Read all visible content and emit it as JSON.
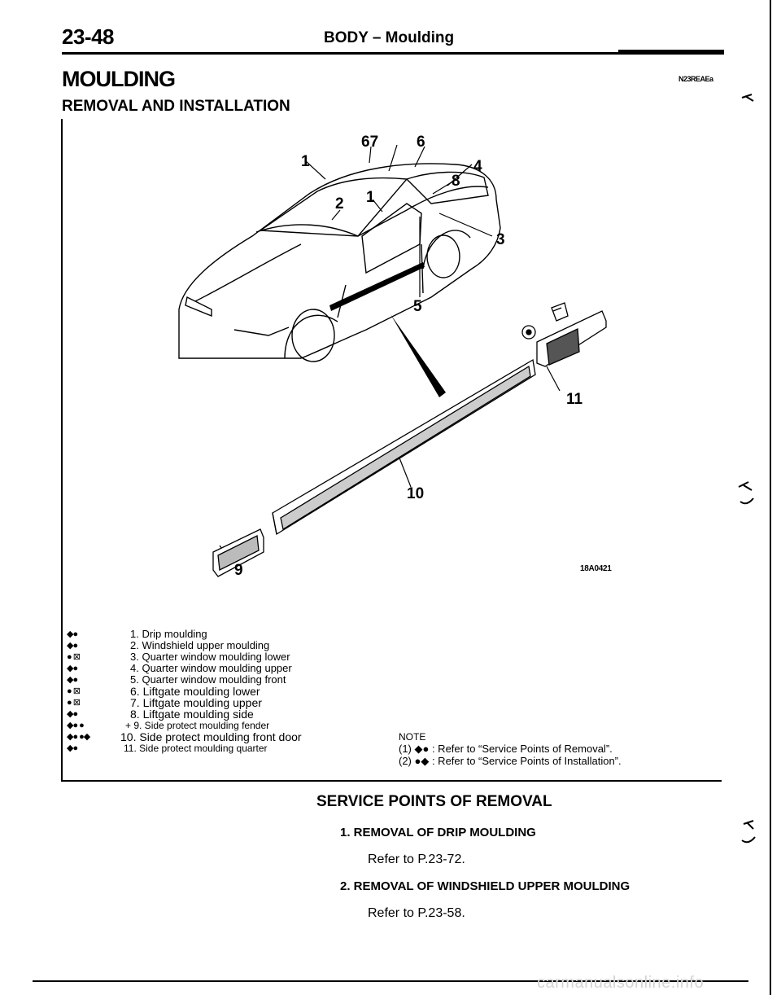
{
  "header": {
    "page_number": "23-48",
    "section": "BODY – Moulding"
  },
  "title": "MOULDING",
  "code": "N23REAEa",
  "subtitle": "REMOVAL AND INSTALLATION",
  "figure": {
    "code": "18A0421",
    "callouts": [
      "1",
      "2",
      "1",
      "67",
      "6",
      "8",
      "4",
      "3",
      "5",
      "11",
      "10",
      "9"
    ]
  },
  "legend": [
    {
      "mark": "◆●",
      "text": "1. Drip moulding"
    },
    {
      "mark": "◆●",
      "text": "2. Windshield upper moulding"
    },
    {
      "mark": "● ⊠",
      "text": "3. Quarter window moulding lower"
    },
    {
      "mark": "◆●",
      "text": "4. Quarter window moulding upper"
    },
    {
      "mark": "◆●",
      "text": "5. Quarter window moulding front"
    },
    {
      "mark": "● ⊠",
      "text": "6. Liftgate moulding lower"
    },
    {
      "mark": "● ⊠",
      "text": "7. Liftgate moulding upper"
    },
    {
      "mark": "◆●",
      "text": "8. Liftgate moulding side"
    },
    {
      "mark": "◆● ●",
      "text": "+ 9. Side protect moulding fender"
    },
    {
      "mark": "◆● ●◆",
      "text": "10. Side protect moulding front door"
    },
    {
      "mark": "◆●",
      "text": "11. Side protect moulding quarter"
    }
  ],
  "note": {
    "label": "NOTE",
    "lines": [
      "(1) ◆● : Refer to “Service Points of Removal”.",
      "(2) ●◆ : Refer to “Service Points of Installation”."
    ]
  },
  "service_points": {
    "title": "SERVICE POINTS OF REMOVAL",
    "items": [
      {
        "heading": "1. REMOVAL OF DRIP MOULDING",
        "text": "Refer to P.23-72."
      },
      {
        "heading": "2. REMOVAL OF WINDSHIELD UPPER MOULDING",
        "text": "Refer to P.23-58."
      }
    ]
  },
  "footer": {
    "watermark": "carmanualsonline.info"
  }
}
